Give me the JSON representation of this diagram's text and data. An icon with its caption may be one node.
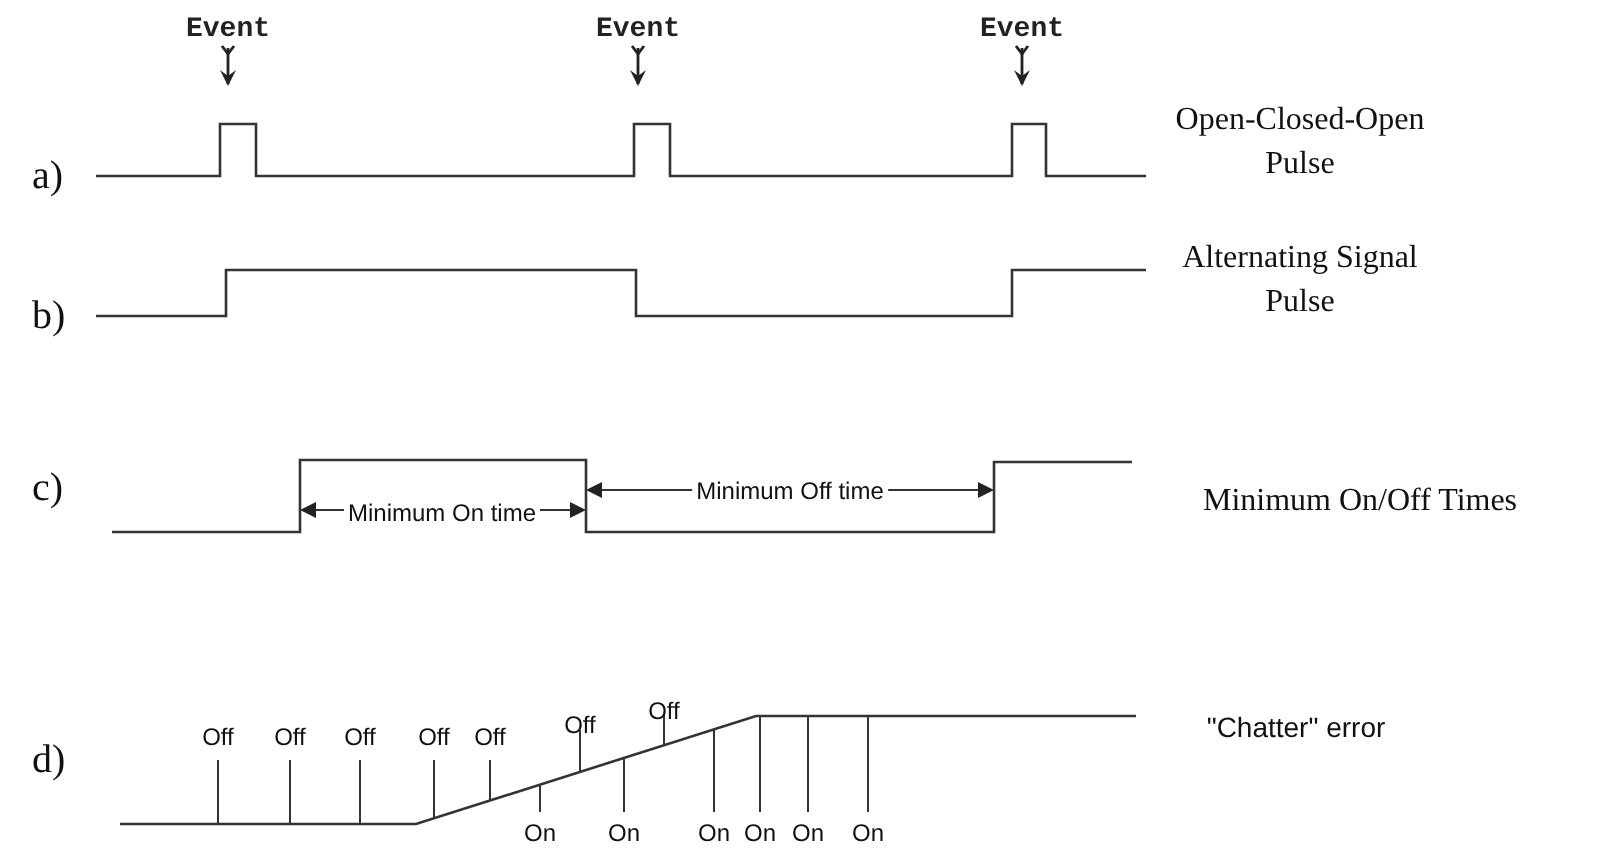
{
  "diagram": {
    "nodes": [
      {
        "text": [
          "Event"
        ]
      },
      {
        "text": [
          "Event"
        ]
      },
      {
        "text": [
          "Event"
        ]
      }
    ],
    "edges": [
      {
        "from": 0,
        "to": null,
        "arrow": "to"
      },
      {
        "from": 1,
        "to": null,
        "arrow": "to"
      },
      {
        "from": 2,
        "to": null,
        "arrow": "to"
      }
    ],
    "labels": [
      "a)",
      "Open-Closed-Open Pulse",
      "b)",
      "Alternating Signal Pulse",
      "c)",
      "Minimum On time",
      "Minimum Off time",
      "Minimum On/Off Times",
      "Off",
      "Off",
      "Off",
      "Off",
      "Off",
      "Off",
      "Off",
      "d)",
      "\"Chatter\" error",
      "On",
      "On",
      "On",
      "On",
      "On",
      "On"
    ]
  }
}
